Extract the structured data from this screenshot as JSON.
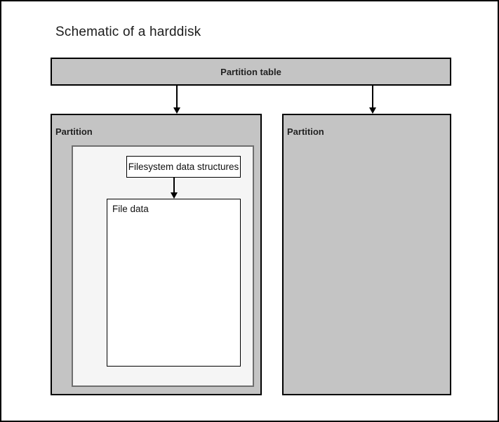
{
  "diagram": {
    "title": "Schematic of a harddisk",
    "partition_table": {
      "label": "Partition table"
    },
    "left_partition": {
      "label": "Partition",
      "filesystem_box": {
        "label": "Filesystem data structures"
      },
      "file_data_box": {
        "label": "File data"
      }
    },
    "right_partition": {
      "label": "Partition"
    },
    "colors": {
      "partition_fill": "#c4c4c4",
      "inner_container_fill": "#f5f5f5",
      "inner_container_border": "#6e6e6e",
      "box_fill": "#ffffff",
      "line_color": "#000000",
      "background": "#ffffff"
    }
  }
}
